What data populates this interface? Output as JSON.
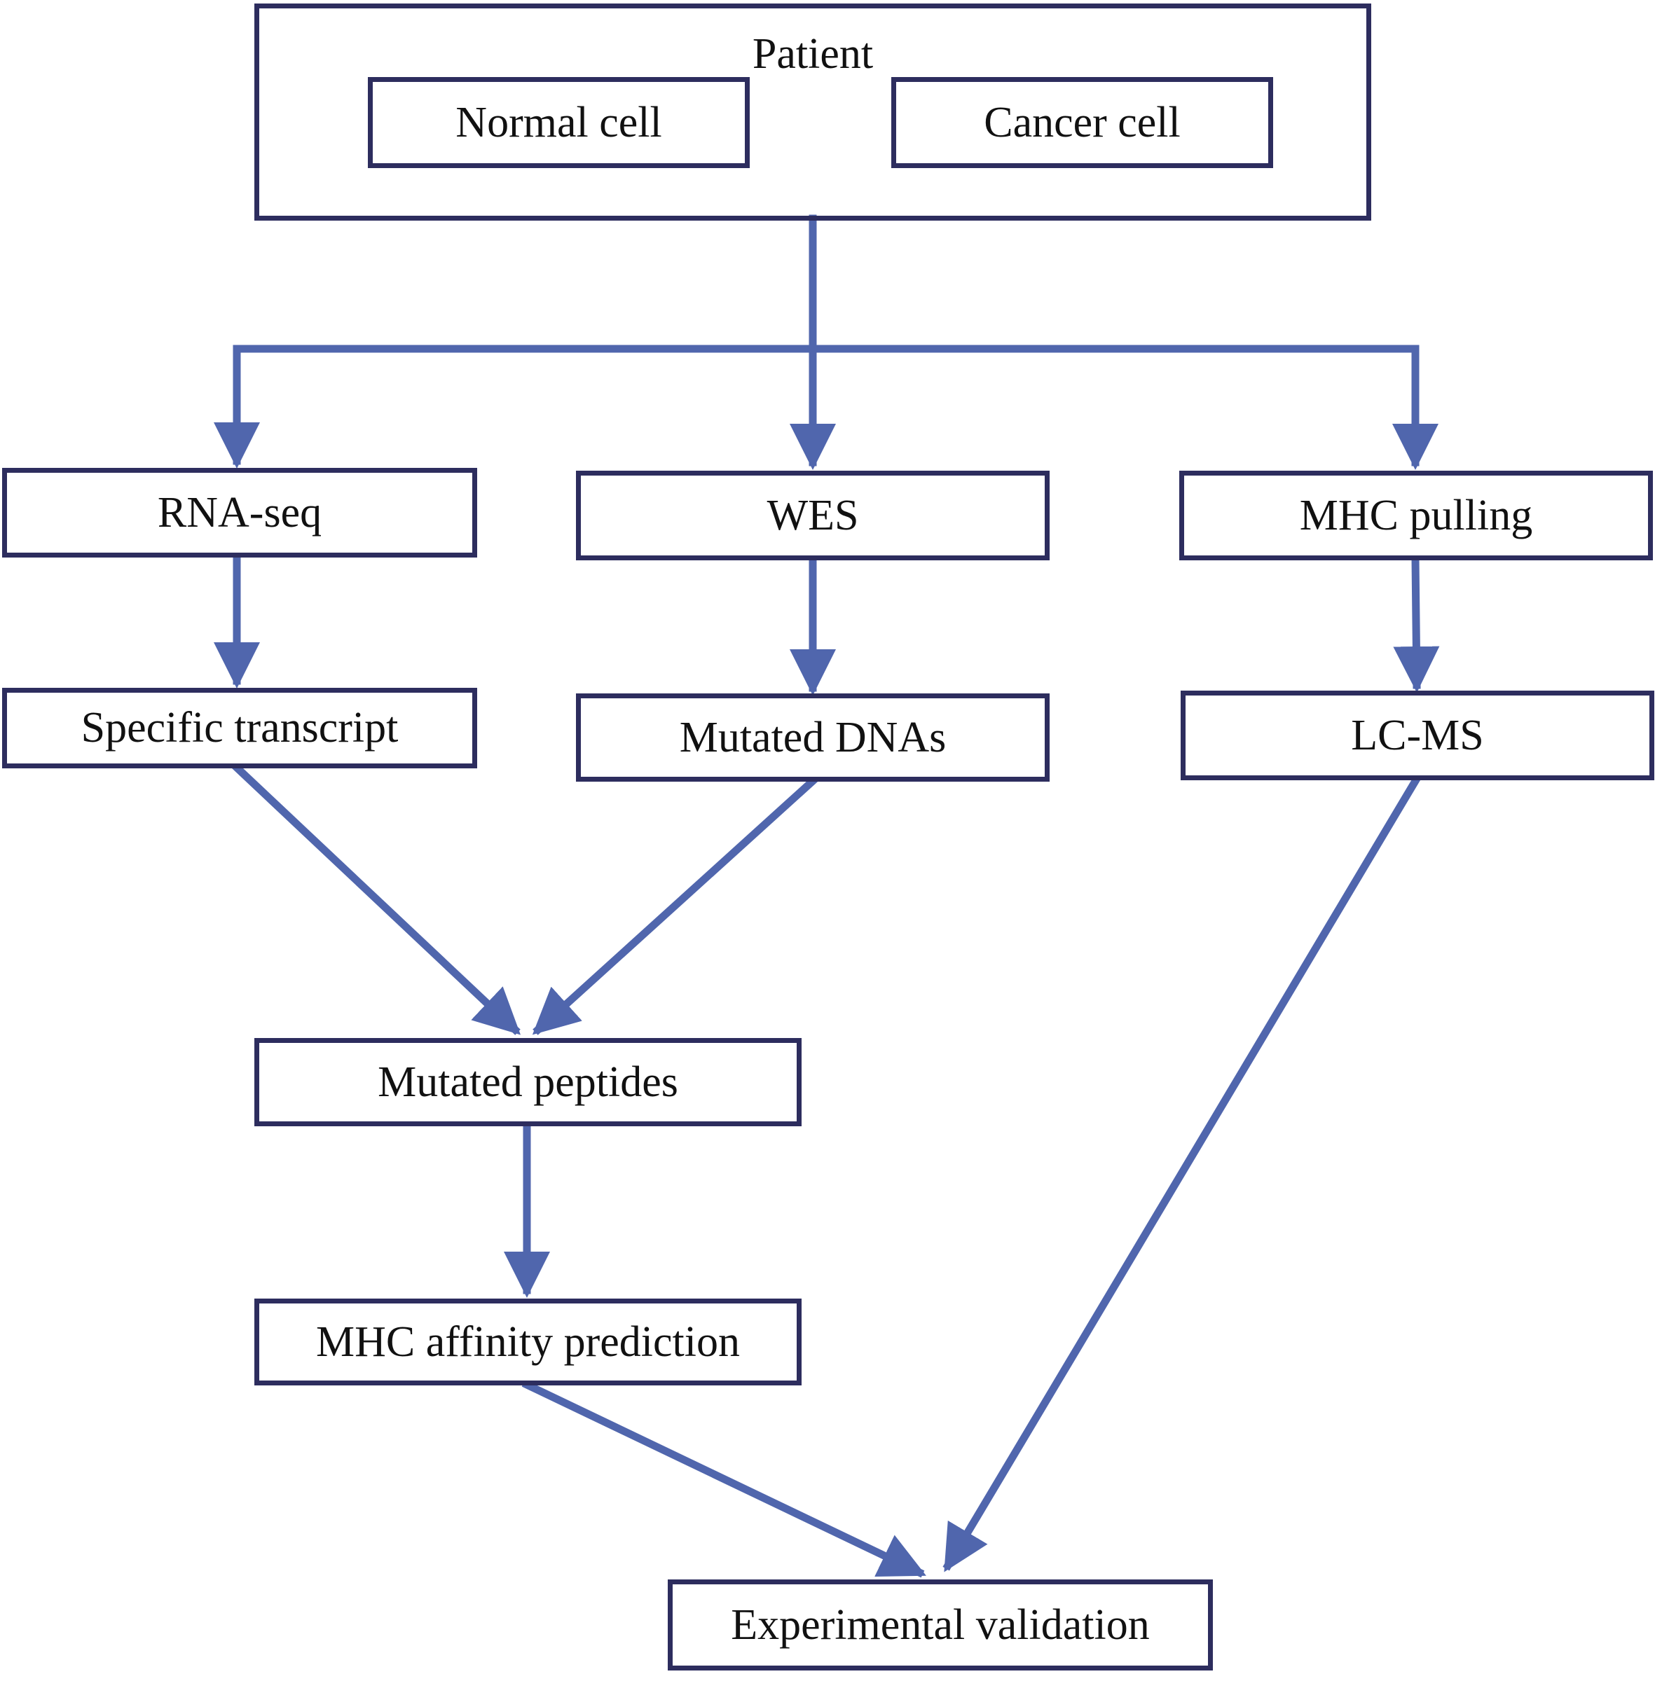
{
  "diagram": {
    "patient": {
      "label": "Patient"
    },
    "normal_cell": {
      "label": "Normal cell"
    },
    "cancer_cell": {
      "label": "Cancer cell"
    },
    "rna_seq": {
      "label": "RNA-seq"
    },
    "wes": {
      "label": "WES"
    },
    "mhc_pulling": {
      "label": "MHC pulling"
    },
    "specific_transcript": {
      "label": "Specific transcript"
    },
    "mutated_dnas": {
      "label": "Mutated DNAs"
    },
    "lc_ms": {
      "label": "LC-MS"
    },
    "mutated_peptides": {
      "label": "Mutated peptides"
    },
    "mhc_affinity_prediction": {
      "label": "MHC affinity prediction"
    },
    "experimental_validation": {
      "label": "Experimental validation"
    }
  },
  "colors": {
    "box_border": "#2d2d5e",
    "arrow": "#5066ad",
    "text": "#111111"
  }
}
